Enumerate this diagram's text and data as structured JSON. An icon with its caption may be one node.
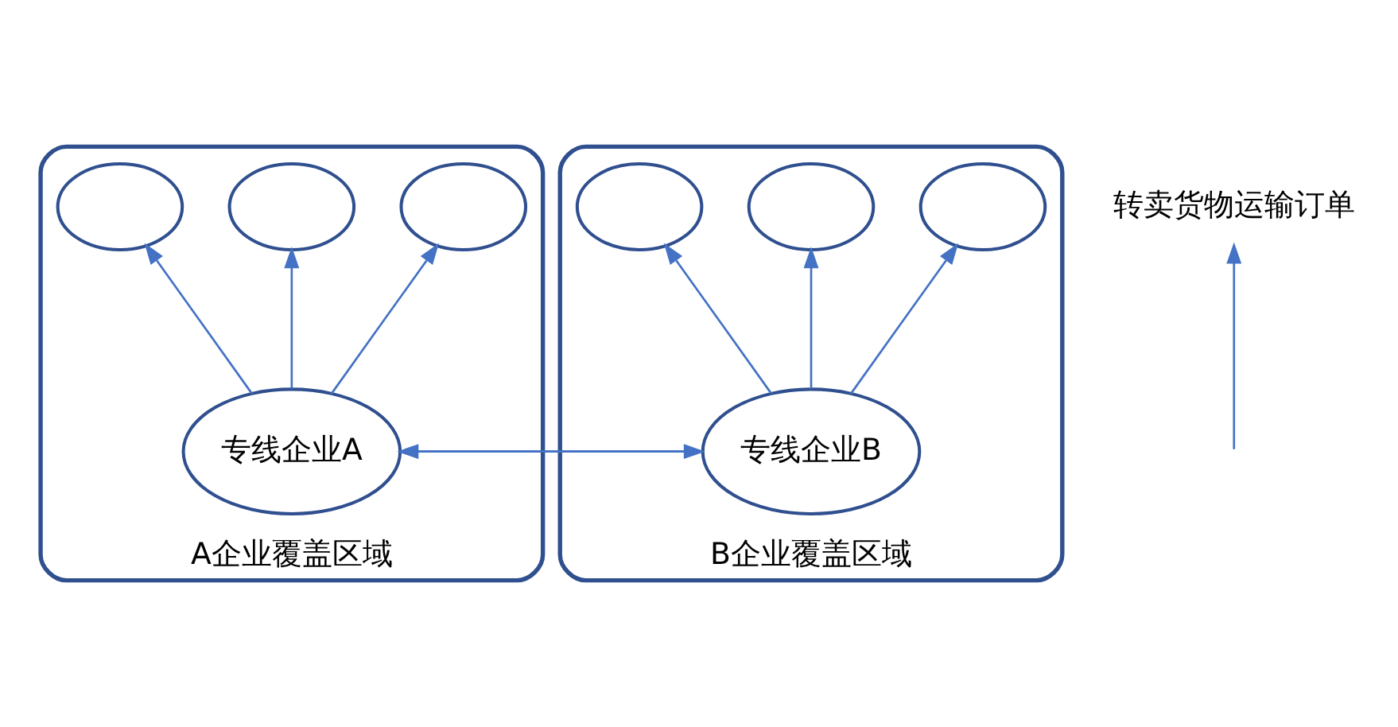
{
  "diagram": {
    "nodes": [
      {
        "text": [
          "A企业覆盖区域"
        ]
      },
      {
        "text": [],
        "shape": "circle",
        "in": 0
      },
      {
        "text": [],
        "shape": "circle",
        "in": 0
      },
      {
        "text": [],
        "shape": "circle",
        "in": 0
      },
      {
        "text": [
          "专线企业A"
        ],
        "in": 0
      },
      {
        "text": [
          "B企业覆盖区域"
        ]
      },
      {
        "text": [],
        "shape": "circle",
        "in": 5
      },
      {
        "text": [],
        "shape": "circle",
        "in": 5
      },
      {
        "text": [],
        "shape": "circle",
        "in": 5
      },
      {
        "text": [
          "专线企业B"
        ],
        "in": 5
      },
      {
        "text": [
          "转卖货物运输订单"
        ]
      }
    ],
    "edges": [
      {
        "from": 4,
        "to": 1,
        "arrow": "to"
      },
      {
        "from": 4,
        "to": 2,
        "arrow": "to"
      },
      {
        "from": 4,
        "to": 3,
        "arrow": "to"
      },
      {
        "from": 9,
        "to": 6,
        "arrow": "to"
      },
      {
        "from": 9,
        "to": 7,
        "arrow": "to"
      },
      {
        "from": 9,
        "to": 8,
        "arrow": "to"
      },
      {
        "from": 9,
        "to": 4,
        "arrow": "to"
      },
      {
        "from": 4,
        "to": 9,
        "arrow": "to"
      },
      {
        "from": null,
        "to": 10,
        "arrow": "to"
      }
    ]
  }
}
